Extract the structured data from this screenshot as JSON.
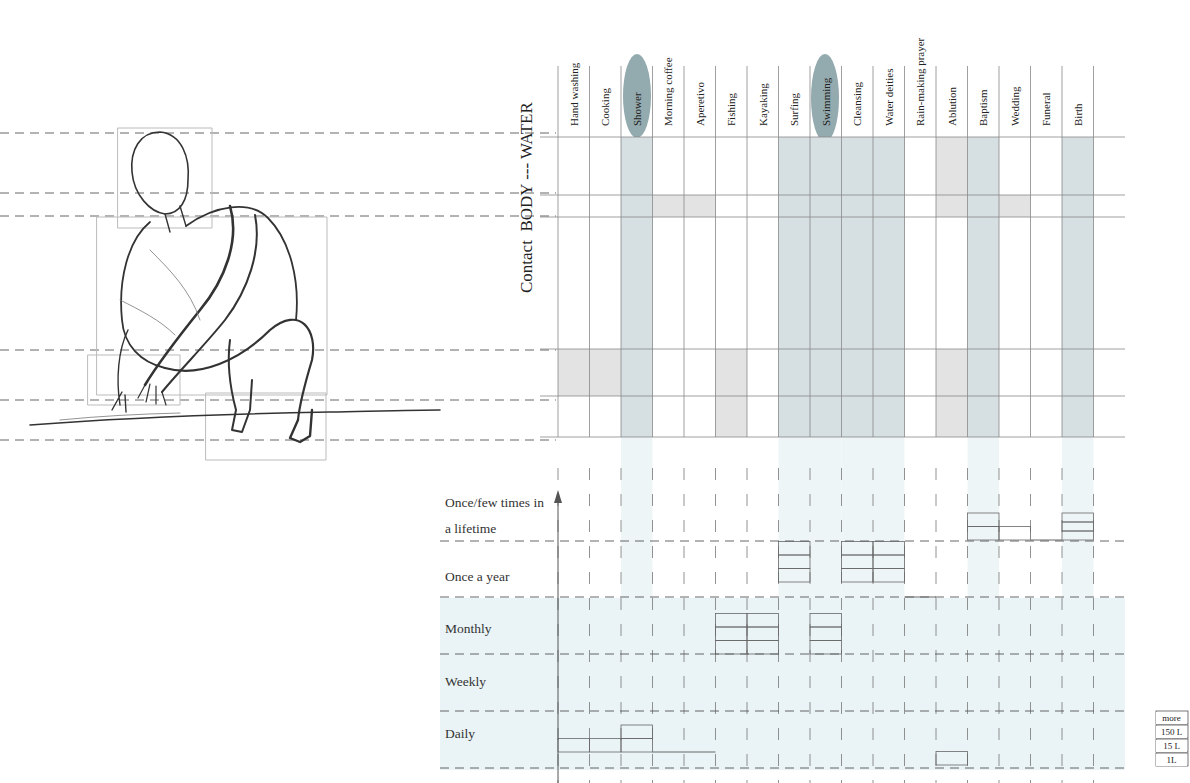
{
  "diagram": {
    "labels": [
      "Hand washing",
      "Cooking",
      "Shower",
      "Morning coffee",
      "Aperetivo",
      "Fishing",
      "Kayaking",
      "Surfing",
      "Swimming",
      "Cleansing",
      "Water deities",
      "Rain-making prayer",
      "Ablution",
      "Baptism",
      "Wedding",
      "Funeral",
      "Birth",
      "Contact  BODY --- WATER",
      "Once/few times in a lifetime",
      "Once a year",
      "Monthly",
      "Weekly",
      "Daily",
      "more",
      "150 L",
      "15 L",
      "1L"
    ]
  }
}
